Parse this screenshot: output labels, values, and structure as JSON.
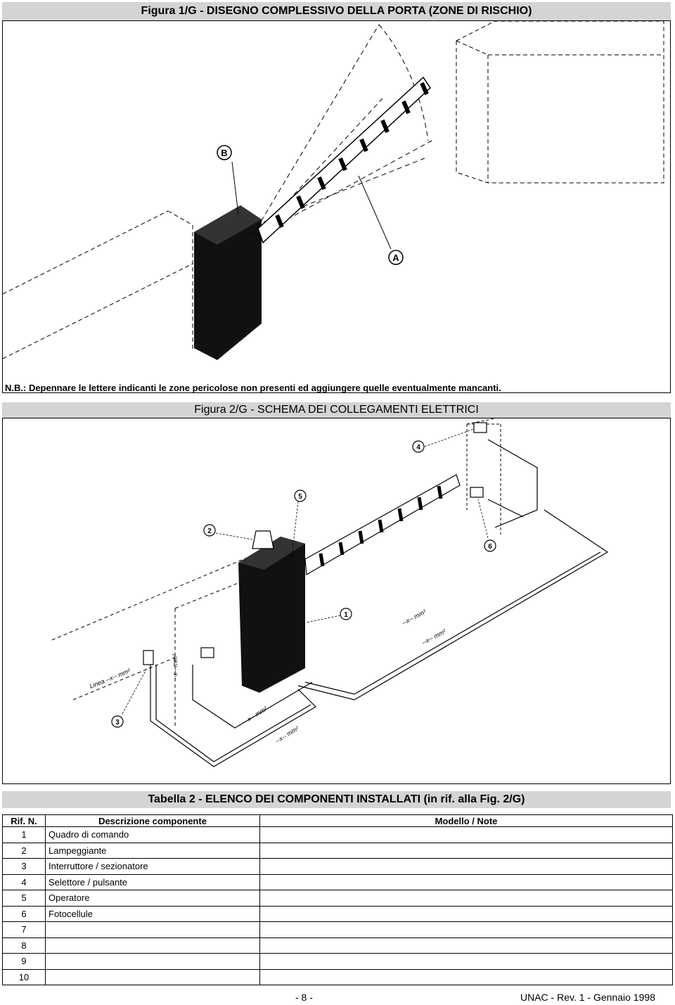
{
  "figure1": {
    "title": "Figura 1/G - DISEGNO COMPLESSIVO DELLA PORTA (ZONE DI RISCHIO)",
    "marker_a": "A",
    "marker_b": "B",
    "note": "N.B.: Depennare le lettere indicanti le zone pericolose non presenti ed aggiungere quelle eventualmente mancanti."
  },
  "figure2": {
    "title": "Figura 2/G - SCHEMA DEI COLLEGAMENTI ELETTRICI",
    "callouts": [
      "1",
      "2",
      "3",
      "4",
      "5",
      "6"
    ],
    "cable_label": "--x-- mm²",
    "line_label": "Linea --x-- mm²"
  },
  "table": {
    "title": "Tabella 2 - ELENCO DEI COMPONENTI INSTALLATI (in rif. alla Fig. 2/G)",
    "headers": [
      "Rif. N.",
      "Descrizione componente",
      "Modello / Note"
    ],
    "rows": [
      {
        "ref": "1",
        "desc": "Quadro di comando",
        "note": ""
      },
      {
        "ref": "2",
        "desc": "Lampeggiante",
        "note": ""
      },
      {
        "ref": "3",
        "desc": "Interruttore / sezionatore",
        "note": ""
      },
      {
        "ref": "4",
        "desc": "Selettore / pulsante",
        "note": ""
      },
      {
        "ref": "5",
        "desc": "Operatore",
        "note": ""
      },
      {
        "ref": "6",
        "desc": "Fotocellule",
        "note": ""
      },
      {
        "ref": "7",
        "desc": "",
        "note": ""
      },
      {
        "ref": "8",
        "desc": "",
        "note": ""
      },
      {
        "ref": "9",
        "desc": "",
        "note": ""
      },
      {
        "ref": "10",
        "desc": "",
        "note": ""
      }
    ]
  },
  "footer": {
    "page": "- 8 -",
    "revision": "UNAC - Rev. 1 - Gennaio 1998"
  }
}
